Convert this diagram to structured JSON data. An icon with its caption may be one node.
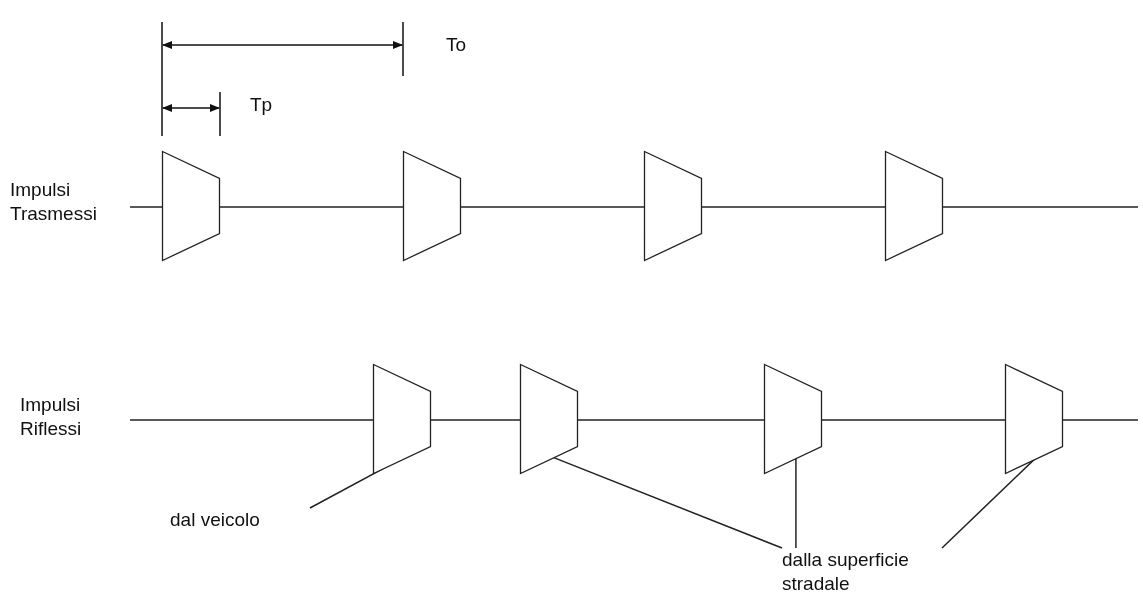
{
  "diagram": {
    "nodes": [
      {
        "text": [],
        "shape": "trapezoid"
      },
      {
        "text": [],
        "shape": "trapezoid"
      },
      {
        "text": [],
        "shape": "trapezoid"
      },
      {
        "text": [],
        "shape": "trapezoid"
      },
      {
        "text": [],
        "shape": "trapezoid"
      },
      {
        "text": [],
        "shape": "trapezoid"
      },
      {
        "text": [],
        "shape": "trapezoid"
      },
      {
        "text": [],
        "shape": "trapezoid"
      },
      {
        "text": [
          "dal veicolo"
        ]
      },
      {
        "text": [
          "dalla superficie stradale"
        ]
      }
    ],
    "edges": [
      {
        "from": 8,
        "to": 4,
        "arrow": "none"
      },
      {
        "from": 9,
        "to": 5,
        "arrow": "none"
      },
      {
        "from": 9,
        "to": 6,
        "arrow": "none"
      },
      {
        "from": 9,
        "to": 7,
        "arrow": "none"
      }
    ],
    "labels": [
      "To",
      "Tp",
      "Impulsi Trasmessi",
      "Impulsi Riflessi"
    ]
  }
}
